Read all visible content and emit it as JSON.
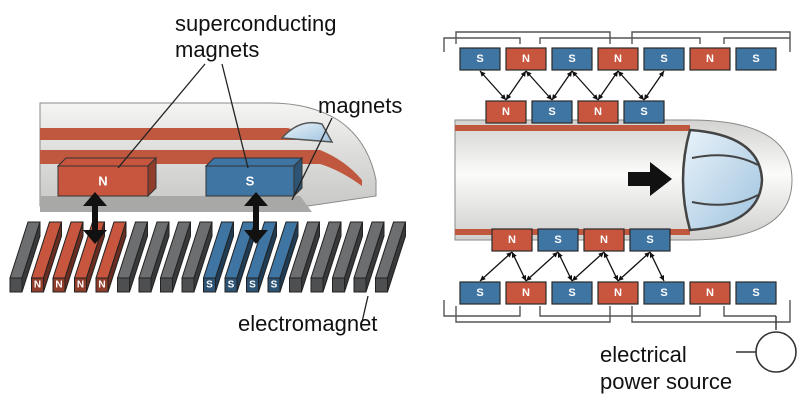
{
  "labels": {
    "superconducting_line1": "superconducting",
    "superconducting_line2": "magnets",
    "magnets": "magnets",
    "electromagnet": "electromagnet",
    "power_line1": "electrical",
    "power_line2": "power source"
  },
  "left_view": {
    "train_magnets": [
      "N",
      "S"
    ],
    "track_magnets": [
      "N",
      "N",
      "N",
      "N",
      "S",
      "S",
      "S",
      "S"
    ]
  },
  "right_view": {
    "top_outer_row": [
      "S",
      "N",
      "S",
      "N",
      "S",
      "N",
      "S"
    ],
    "top_train_row": [
      "N",
      "S",
      "N",
      "S"
    ],
    "bottom_train_row": [
      "N",
      "S",
      "N",
      "S"
    ],
    "bottom_outer_row": [
      "S",
      "N",
      "S",
      "N",
      "S",
      "N",
      "S"
    ]
  },
  "colors": {
    "north": "#c8553d",
    "south": "#3f75a3",
    "rail_gray": "#6d6e70",
    "train_body": "#e6e6e4",
    "train_stripe": "#c0583f",
    "arrow": "#111111"
  }
}
